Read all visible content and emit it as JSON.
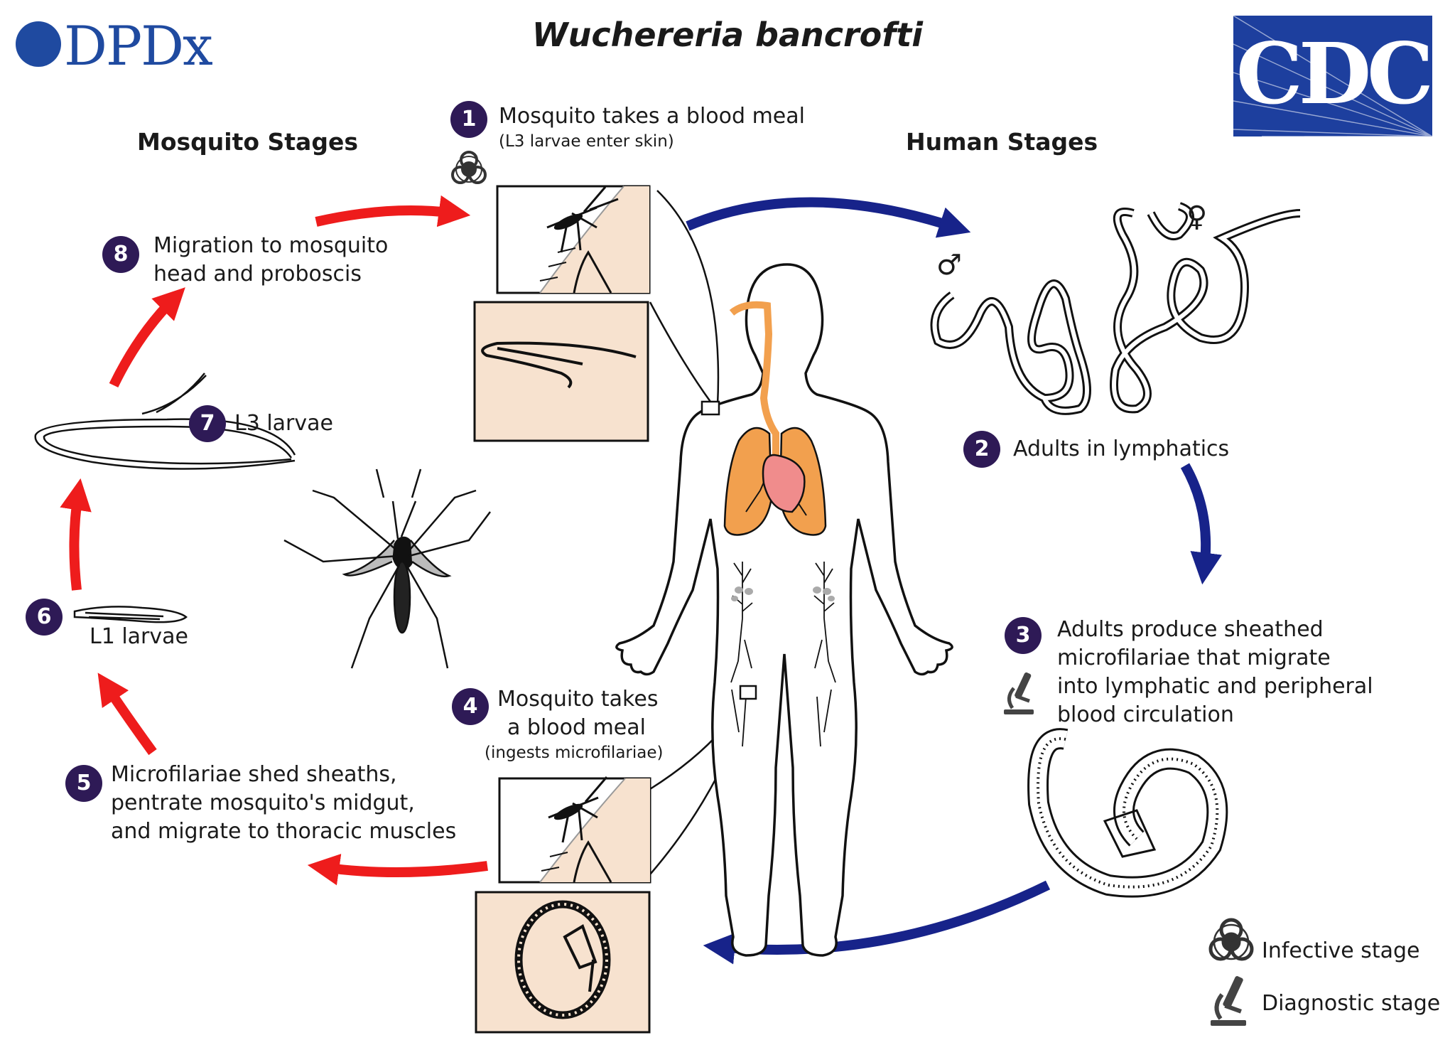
{
  "title": "Wuchereria bancrofti",
  "logos": {
    "left": "DPDx",
    "right": "CDC"
  },
  "sections": {
    "mosquito": "Mosquito Stages",
    "human": "Human Stages"
  },
  "stages": [
    {
      "n": "1",
      "text": "Mosquito takes a blood meal",
      "sub": "(L3 larvae enter skin)"
    },
    {
      "n": "2",
      "text": "Adults in lymphatics"
    },
    {
      "n": "3",
      "lines": [
        "Adults produce sheathed",
        "microfilariae that migrate",
        "into lymphatic and peripheral",
        "blood circulation"
      ]
    },
    {
      "n": "4",
      "lines": [
        "Mosquito takes",
        "a blood meal"
      ],
      "sub": "(ingests microfilariae)"
    },
    {
      "n": "5",
      "lines": [
        "Microfilariae shed sheaths,",
        "pentrate mosquito's midgut,",
        "and migrate to thoracic muscles"
      ]
    },
    {
      "n": "6",
      "text": "L1 larvae"
    },
    {
      "n": "7",
      "text": "L3 larvae"
    },
    {
      "n": "8",
      "lines": [
        "Migration to mosquito",
        "head and proboscis"
      ]
    }
  ],
  "sex_symbols": {
    "male": "♂",
    "female": "♀"
  },
  "legend": {
    "infective": "Infective stage",
    "diagnostic": "Diagnostic stage"
  },
  "icons": [
    "biohazard-icon",
    "microscope-icon"
  ],
  "colors": {
    "mosquito_arrow": "#ee1c1c",
    "human_arrow": "#17238a",
    "badge": "#2e1a56",
    "inset_bg": "#f7e2cf",
    "lungs": "#f2a04e",
    "heart": "#f08c8c",
    "logo_blue": "#1d3f9e"
  }
}
